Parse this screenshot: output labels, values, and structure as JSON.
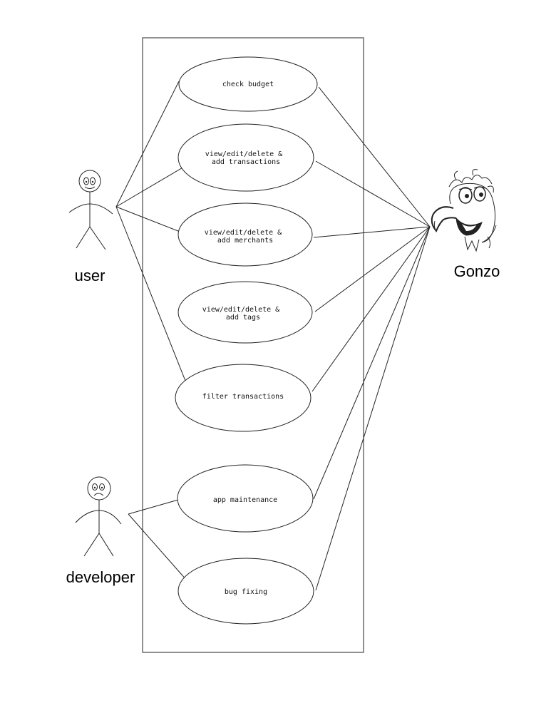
{
  "diagram": {
    "use_cases": [
      {
        "id": "check-budget",
        "lines": [
          "check budget"
        ]
      },
      {
        "id": "transactions",
        "lines": [
          "view/edit/delete &",
          "add transactions"
        ]
      },
      {
        "id": "merchants",
        "lines": [
          "view/edit/delete &",
          "add merchants"
        ]
      },
      {
        "id": "tags",
        "lines": [
          "view/edit/delete &",
          "add tags"
        ]
      },
      {
        "id": "filter-transactions",
        "lines": [
          "filter transactions"
        ]
      },
      {
        "id": "app-maintenance",
        "lines": [
          "app maintenance"
        ]
      },
      {
        "id": "bug-fixing",
        "lines": [
          "bug fixing"
        ]
      }
    ],
    "actors": {
      "user": {
        "label": "user",
        "face": "happy"
      },
      "developer": {
        "label": "developer",
        "face": "sad"
      },
      "gonzo": {
        "label": "Gonzo",
        "icon": "gonzo-muppet-icon"
      }
    },
    "associations": {
      "user": [
        "check-budget",
        "transactions",
        "merchants",
        "filter-transactions"
      ],
      "developer": [
        "app-maintenance",
        "bug-fixing"
      ],
      "gonzo": [
        "check-budget",
        "transactions",
        "merchants",
        "tags",
        "filter-transactions",
        "app-maintenance",
        "bug-fixing"
      ]
    }
  }
}
